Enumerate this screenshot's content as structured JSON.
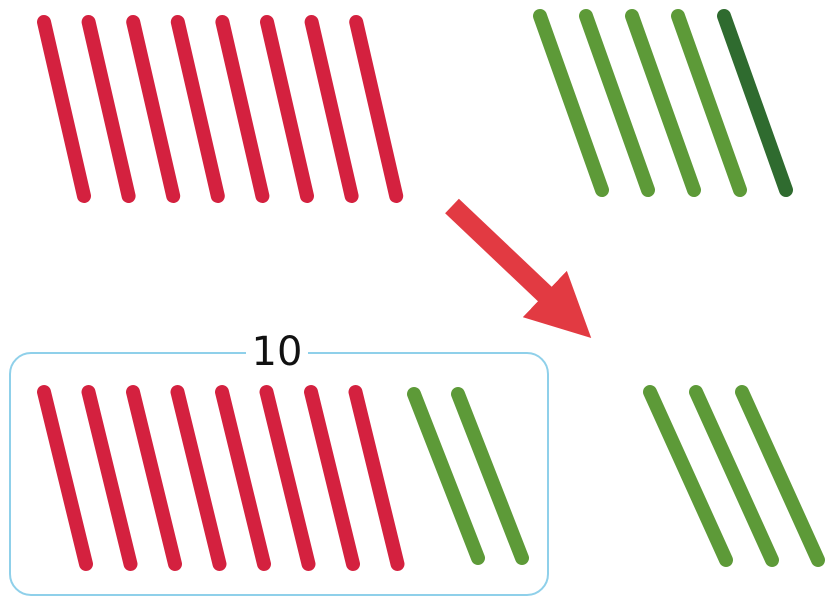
{
  "colors": {
    "red_stick": "#d4213f",
    "green_stick": "#5d9a38",
    "dark_green_stick": "#2f6b2f",
    "arrow": "#e23a42",
    "group_border": "#8fd0ea"
  },
  "top_left_group": {
    "stick_count": 8,
    "stick_color": "red"
  },
  "top_right_group": {
    "stick_count": 5,
    "stick_color": "green"
  },
  "arrow": {
    "icon": "arrow-down-right-icon"
  },
  "grouped_ten": {
    "label": "10",
    "red_count": 8,
    "green_count": 2
  },
  "bottom_right_group": {
    "stick_count": 3,
    "stick_color": "green"
  }
}
